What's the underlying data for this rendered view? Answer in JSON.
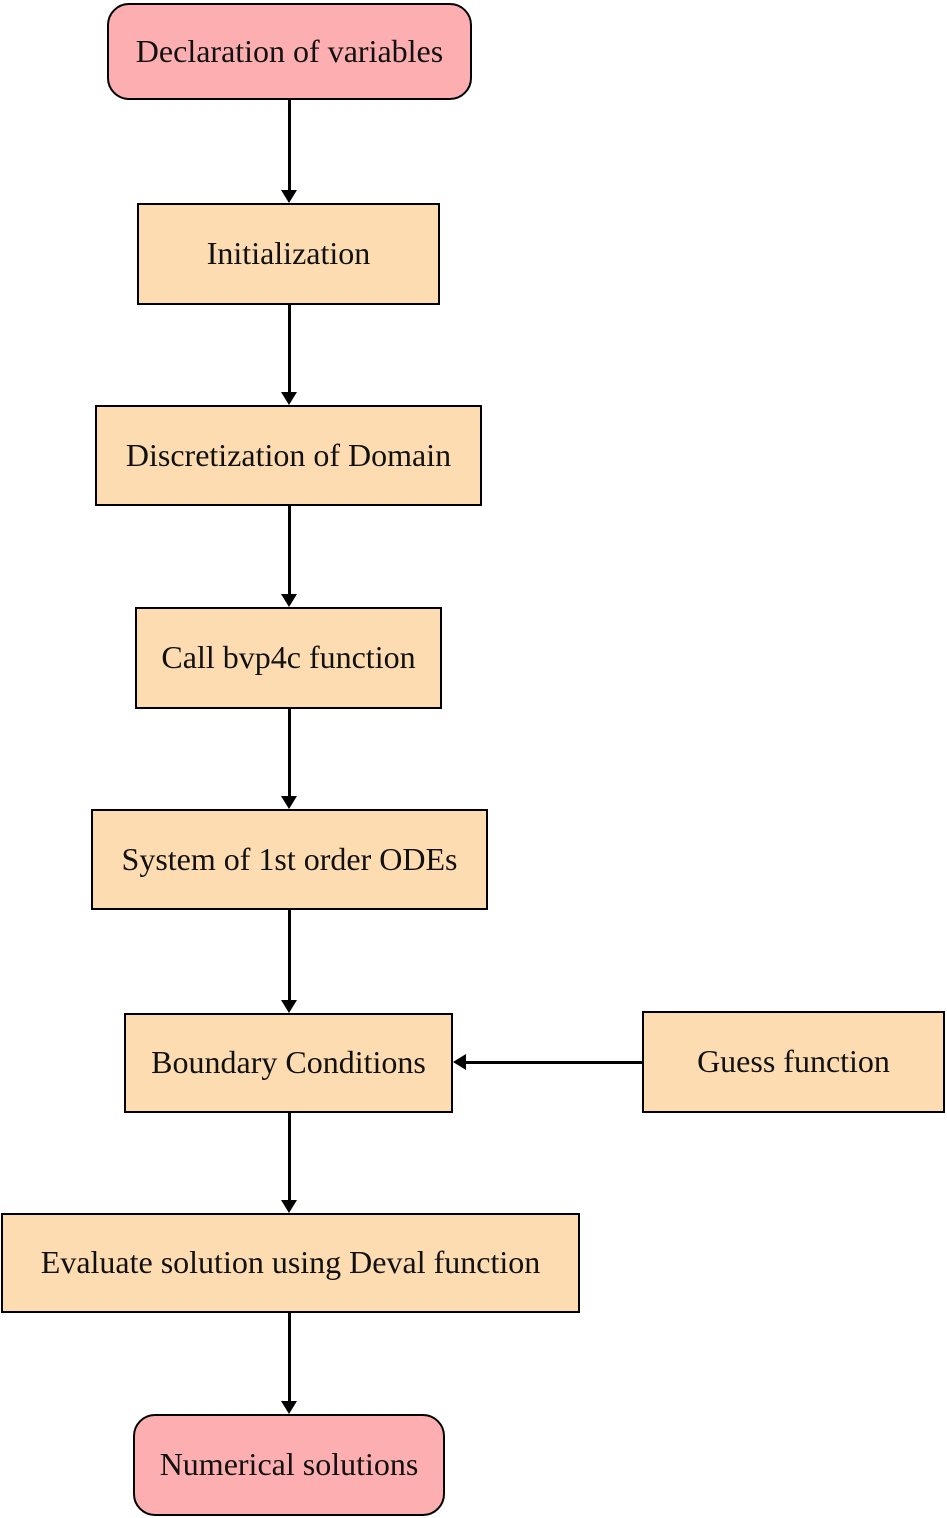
{
  "colors": {
    "terminator-fill": "#fcaeb0",
    "process-fill": "#fddcb2",
    "border": "#000000",
    "arrow": "#000000",
    "text": "#111111",
    "background": "#ffffff"
  },
  "flowchart": {
    "nodes": [
      {
        "id": "declaration-of-variables",
        "label": "Declaration of variables",
        "shape": "terminator"
      },
      {
        "id": "initialization",
        "label": "Initialization",
        "shape": "process"
      },
      {
        "id": "discretization-of-domain",
        "label": "Discretization of Domain",
        "shape": "process"
      },
      {
        "id": "call-bvp4c-function",
        "label": "Call bvp4c function",
        "shape": "process"
      },
      {
        "id": "system-of-1st-order-odes",
        "label": "System of 1st order ODEs",
        "shape": "process"
      },
      {
        "id": "boundary-conditions",
        "label": "Boundary Conditions",
        "shape": "process"
      },
      {
        "id": "guess-function",
        "label": "Guess function",
        "shape": "process"
      },
      {
        "id": "evaluate-solution-using-deval-function",
        "label": "Evaluate solution using Deval function",
        "shape": "process"
      },
      {
        "id": "numerical-solutions",
        "label": "Numerical solutions",
        "shape": "terminator"
      }
    ],
    "edges": [
      {
        "from": "declaration-of-variables",
        "to": "initialization",
        "direction": "down"
      },
      {
        "from": "initialization",
        "to": "discretization-of-domain",
        "direction": "down"
      },
      {
        "from": "discretization-of-domain",
        "to": "call-bvp4c-function",
        "direction": "down"
      },
      {
        "from": "call-bvp4c-function",
        "to": "system-of-1st-order-odes",
        "direction": "down"
      },
      {
        "from": "system-of-1st-order-odes",
        "to": "boundary-conditions",
        "direction": "down"
      },
      {
        "from": "guess-function",
        "to": "boundary-conditions",
        "direction": "left"
      },
      {
        "from": "boundary-conditions",
        "to": "evaluate-solution-using-deval-function",
        "direction": "down"
      },
      {
        "from": "evaluate-solution-using-deval-function",
        "to": "numerical-solutions",
        "direction": "down"
      }
    ]
  }
}
